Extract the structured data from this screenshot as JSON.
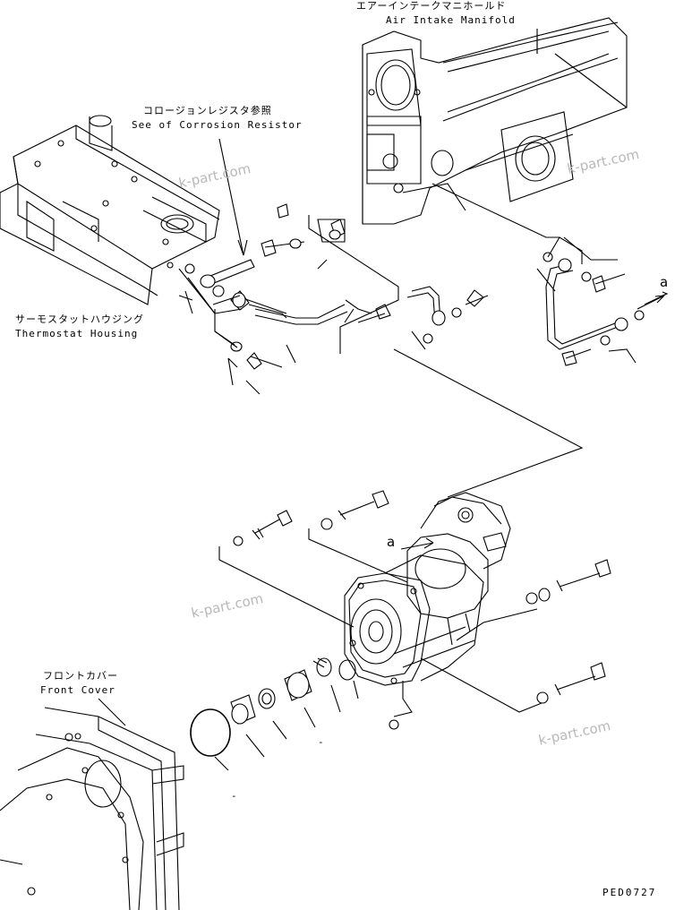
{
  "labels": {
    "air_intake_jp": "エアーインテークマニホールド",
    "air_intake_en": "Air Intake Manifold",
    "corrosion_jp": "コロージョンレジスタ参照",
    "corrosion_en": "See of Corrosion Resistor",
    "thermostat_jp": "サーモスタットハウジング",
    "thermostat_en": "Thermostat Housing",
    "front_cover_jp": "フロントカバー",
    "front_cover_en": "Front Cover"
  },
  "arrow_marks": {
    "a_right": "a",
    "a_center": "a"
  },
  "dash_marks": {
    "d1": "-",
    "d2": "-"
  },
  "watermarks": [
    "k-part.com",
    "k-part.com",
    "k-part.com",
    "k-part.com"
  ],
  "drawing_code": "PED0727"
}
